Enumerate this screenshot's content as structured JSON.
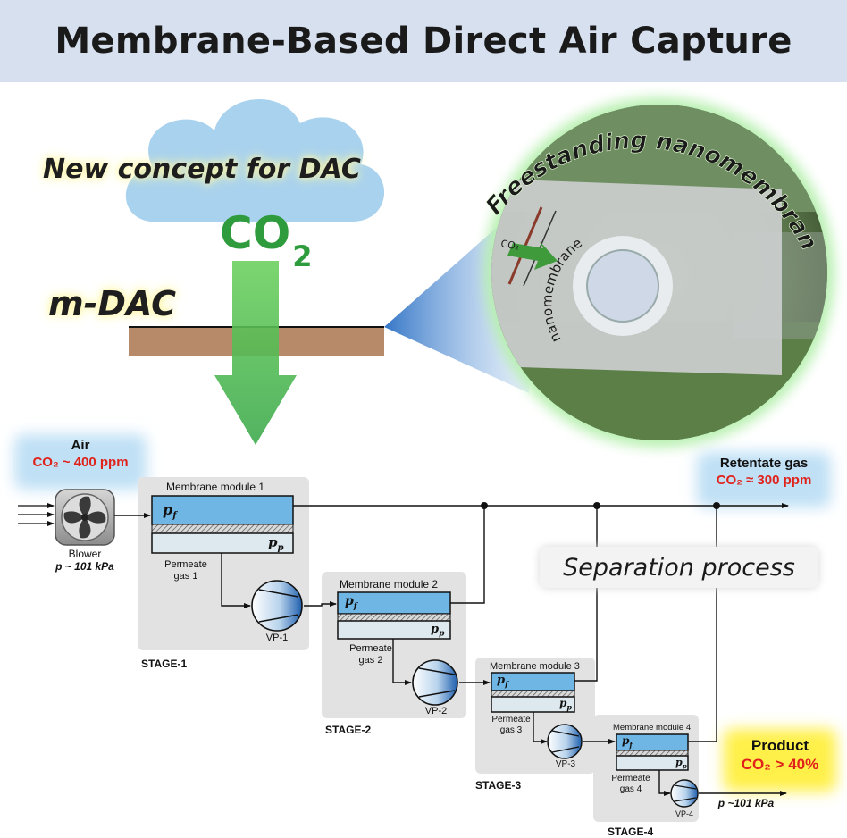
{
  "title": "Membrane-Based Direct Air Capture",
  "concept_text": "New concept for DAC",
  "co2_label": {
    "main": "CO",
    "sub": "2"
  },
  "mdac_label": "m-DAC",
  "photo": {
    "arc_text": "Freestanding nanomembrane",
    "device_co2": "CO₂",
    "device_text": "nanomembrane"
  },
  "air": {
    "title": "Air",
    "co2": "CO₂ ~ 400 ppm"
  },
  "blower": {
    "label": "Blower",
    "pressure": "p ~ 101 kPa"
  },
  "retentate": {
    "title": "Retentate gas",
    "co2": "CO₂ ≈ 300 ppm"
  },
  "separation_label": "Separation process",
  "product": {
    "title": "Product",
    "co2": "CO₂ > 40%",
    "pressure": "p ~101 kPa"
  },
  "stages": [
    {
      "module": "Membrane module 1",
      "feed": "p",
      "feed_sub": "f",
      "perm": "p",
      "perm_sub": "p",
      "permeate": "Permeate",
      "permeate2": "gas 1",
      "pump": "VP-1",
      "stage": "STAGE-1"
    },
    {
      "module": "Membrane module 2",
      "feed": "p",
      "feed_sub": "f",
      "perm": "p",
      "perm_sub": "p",
      "permeate": "Permeate",
      "permeate2": "gas 2",
      "pump": "VP-2",
      "stage": "STAGE-2"
    },
    {
      "module": "Membrane module 3",
      "feed": "p",
      "feed_sub": "f",
      "perm": "p",
      "perm_sub": "p",
      "permeate": "Permeate",
      "permeate2": "gas 3",
      "pump": "VP-3",
      "stage": "STAGE-3"
    },
    {
      "module": "Membrane module 4",
      "feed": "p",
      "feed_sub": "f",
      "perm": "p",
      "perm_sub": "p",
      "permeate": "Permeate",
      "permeate2": "gas 4",
      "pump": "VP-4",
      "stage": "STAGE-4"
    }
  ],
  "colors": {
    "title_bg": "#d6e0ee",
    "cloud": "#a9d2ee",
    "co2_green": "#2e9c3c",
    "membrane": "#b78b6a",
    "module_feed": "#6fb6e4",
    "module_perm": "#dde8ef",
    "stage_bg": "#e2e2e2",
    "red": "#e0221b",
    "air_glow": "#bfe0f5",
    "product_glow": "#fff04a"
  }
}
